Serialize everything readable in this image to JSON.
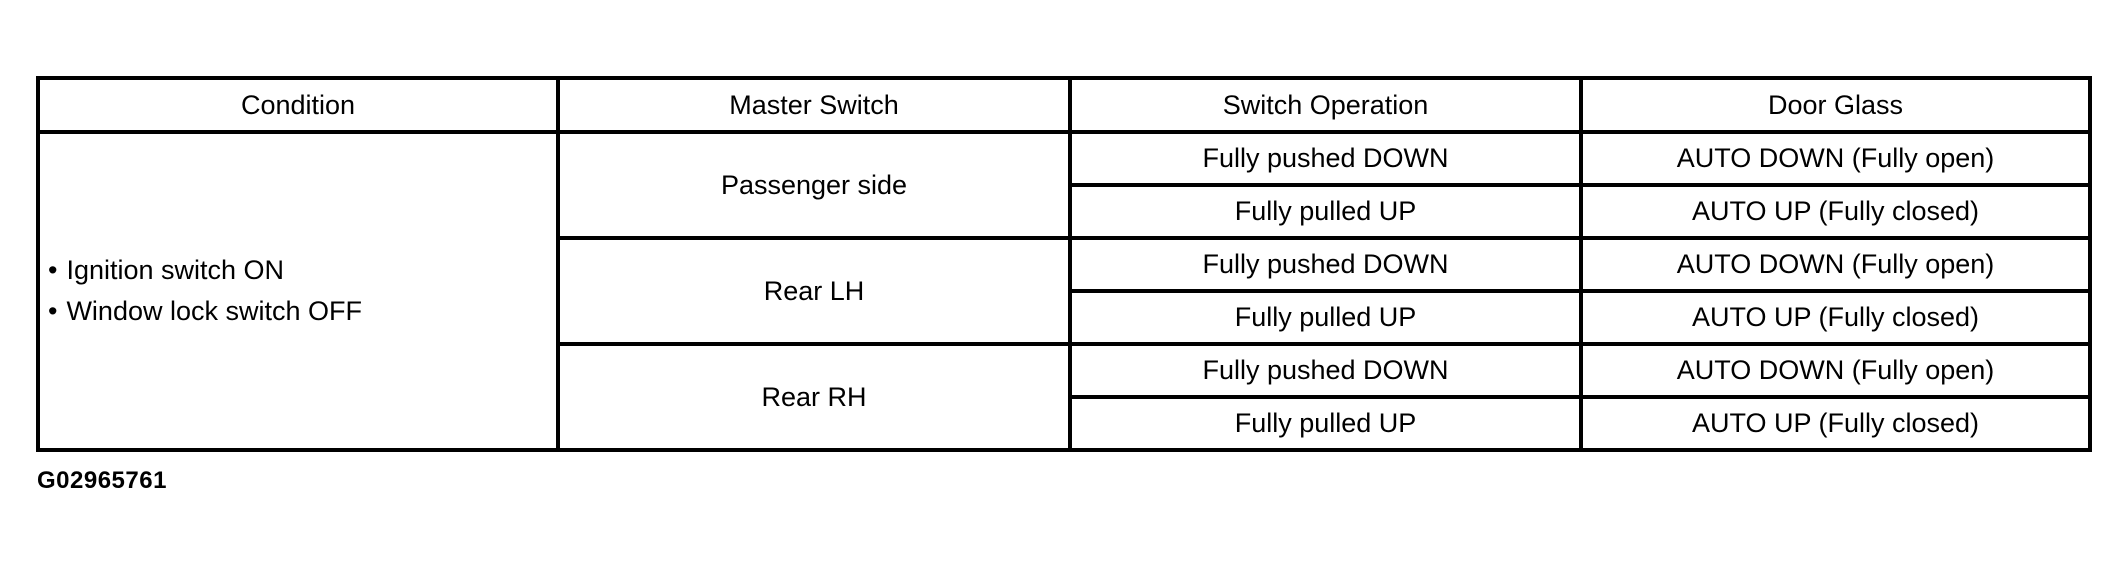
{
  "figure_code": "G02965761",
  "colors": {
    "background": "#ffffff",
    "border": "#000000",
    "text": "#000000"
  },
  "table": {
    "bullet_glyph": "•",
    "columns": [
      "Condition",
      "Master Switch",
      "Switch Operation",
      "Door Glass"
    ],
    "condition_items": [
      "Ignition switch ON",
      "Window lock switch OFF"
    ],
    "groups": [
      {
        "master_switch": "Passenger side",
        "rows": [
          {
            "switch_operation": "Fully pushed DOWN",
            "door_glass": "AUTO DOWN (Fully open)"
          },
          {
            "switch_operation": "Fully pulled UP",
            "door_glass": "AUTO UP (Fully closed)"
          }
        ]
      },
      {
        "master_switch": "Rear LH",
        "rows": [
          {
            "switch_operation": "Fully pushed DOWN",
            "door_glass": "AUTO DOWN (Fully open)"
          },
          {
            "switch_operation": "Fully pulled UP",
            "door_glass": "AUTO UP (Fully closed)"
          }
        ]
      },
      {
        "master_switch": "Rear RH",
        "rows": [
          {
            "switch_operation": "Fully pushed DOWN",
            "door_glass": "AUTO DOWN (Fully open)"
          },
          {
            "switch_operation": "Fully pulled UP",
            "door_glass": "AUTO UP (Fully closed)"
          }
        ]
      }
    ]
  }
}
